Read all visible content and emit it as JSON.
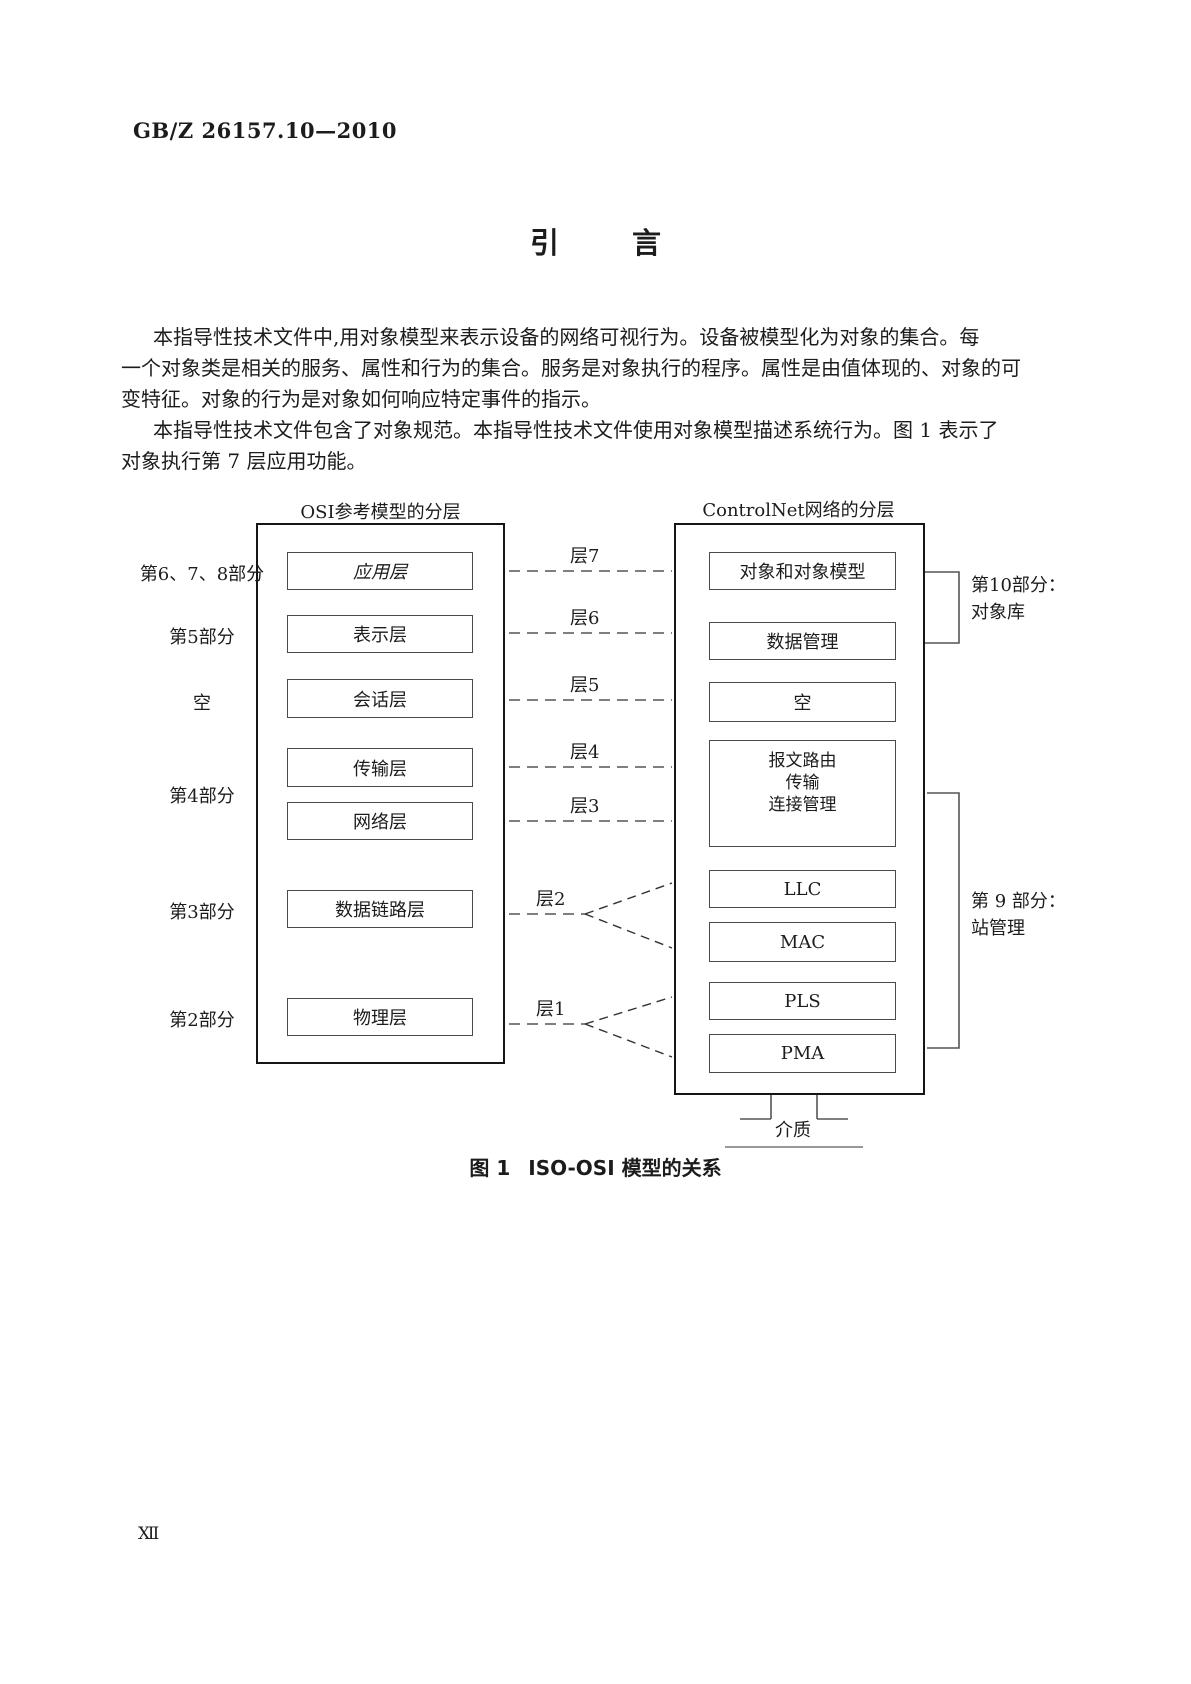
{
  "colors": {
    "ink": "#1c1c1c",
    "line_gray": "#555555",
    "fork_dark": "#333333"
  },
  "header": {
    "doc_code": "GB/Z 26157.10—2010"
  },
  "title": {
    "parts": [
      "引",
      "言"
    ]
  },
  "intro": {
    "p1": [
      "本指导性技术文件中,用对象模型来表示设备的网络可视行为。设备被模型化为对象的集合。每",
      "一个对象类是相关的服务、属性和行为的集合。服务是对象执行的程序。属性是由值体现的、对象的可",
      "变特征。对象的行为是对象如何响应特定事件的指示。"
    ],
    "p2": [
      "本指导性技术文件包含了对象规范。本指导性技术文件使用对象模型描述系统行为。图 1 表示了",
      "对象执行第 7 层应用功能。"
    ]
  },
  "figure": {
    "caption": {
      "prefix": "图 1",
      "text": "ISO-OSI 模型的关系"
    },
    "osi": {
      "header": "OSI参考模型的分层",
      "part_labels": [
        "第6、7、8部分",
        "第5部分",
        "空",
        "第4部分",
        "第3部分",
        "第2部分"
      ],
      "layers": [
        "应用层",
        "表示层",
        "会话层",
        "传输层",
        "网络层",
        "数据链路层",
        "物理层"
      ]
    },
    "controlnet": {
      "header": "ControlNet网络的分层",
      "boxes": [
        "对象和对象模型",
        "数据管理",
        "空",
        "LLC",
        "MAC",
        "PLS",
        "PMA"
      ],
      "router_box_lines": [
        "报文路由",
        "传输",
        "连接管理"
      ]
    },
    "layer_labels": [
      "层7",
      "层6",
      "层5",
      "层4",
      "层3",
      "层2",
      "层1"
    ],
    "part10_label": [
      "第10部分：",
      "对象库"
    ],
    "part9_label": [
      "第 9 部分：",
      "站管理"
    ],
    "media_label": "介质"
  },
  "footer": {
    "page_number": "Ⅻ"
  }
}
